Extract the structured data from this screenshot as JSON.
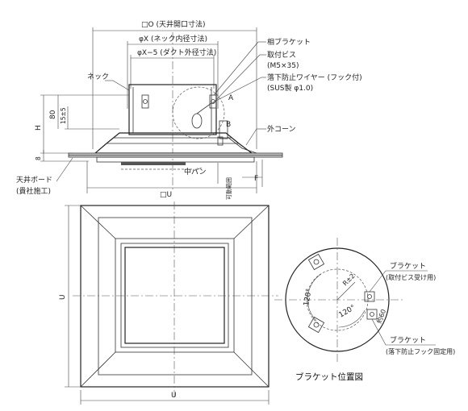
{
  "labels": {
    "ceiling_opening": "□O (天井開口寸法)",
    "neck_inner": "φX (ネック内径寸法)",
    "duct_outer": "φX−5 (ダクト外径寸法)",
    "mate_bracket": "相ブラケット",
    "mount_screw": "取付ビス",
    "screw_size": "(M5×35)",
    "fall_wire": "落下防止ワイヤー (フック付)",
    "wire_spec": "(SUS製 φ1.0)",
    "neck": "ネック",
    "outer_cone": "外コーン",
    "middle_pan": "中パン",
    "movable_range": "可動範囲",
    "ceiling_board_1": "天井ボード",
    "ceiling_board_2": "(貴社施工)",
    "dim_U_top": "□U",
    "dim_U_bottom": "U",
    "dim_U_side": "U",
    "dim_H": "H",
    "dim_80": "80",
    "dim_15": "15±5",
    "dim_8": "8",
    "dim_F": "F",
    "mark_A": "A",
    "mark_B": "B",
    "bracket_1": "ブラケット",
    "bracket_1_note": "(取付ビス受け用)",
    "bracket_2": "ブラケット",
    "bracket_2_note": "(落下防止フック固定用)",
    "angle_1": "120°",
    "angle_2": "120°",
    "radius": "R±2",
    "approx_60": "約60",
    "bracket_position_title": "ブラケット位置図"
  }
}
